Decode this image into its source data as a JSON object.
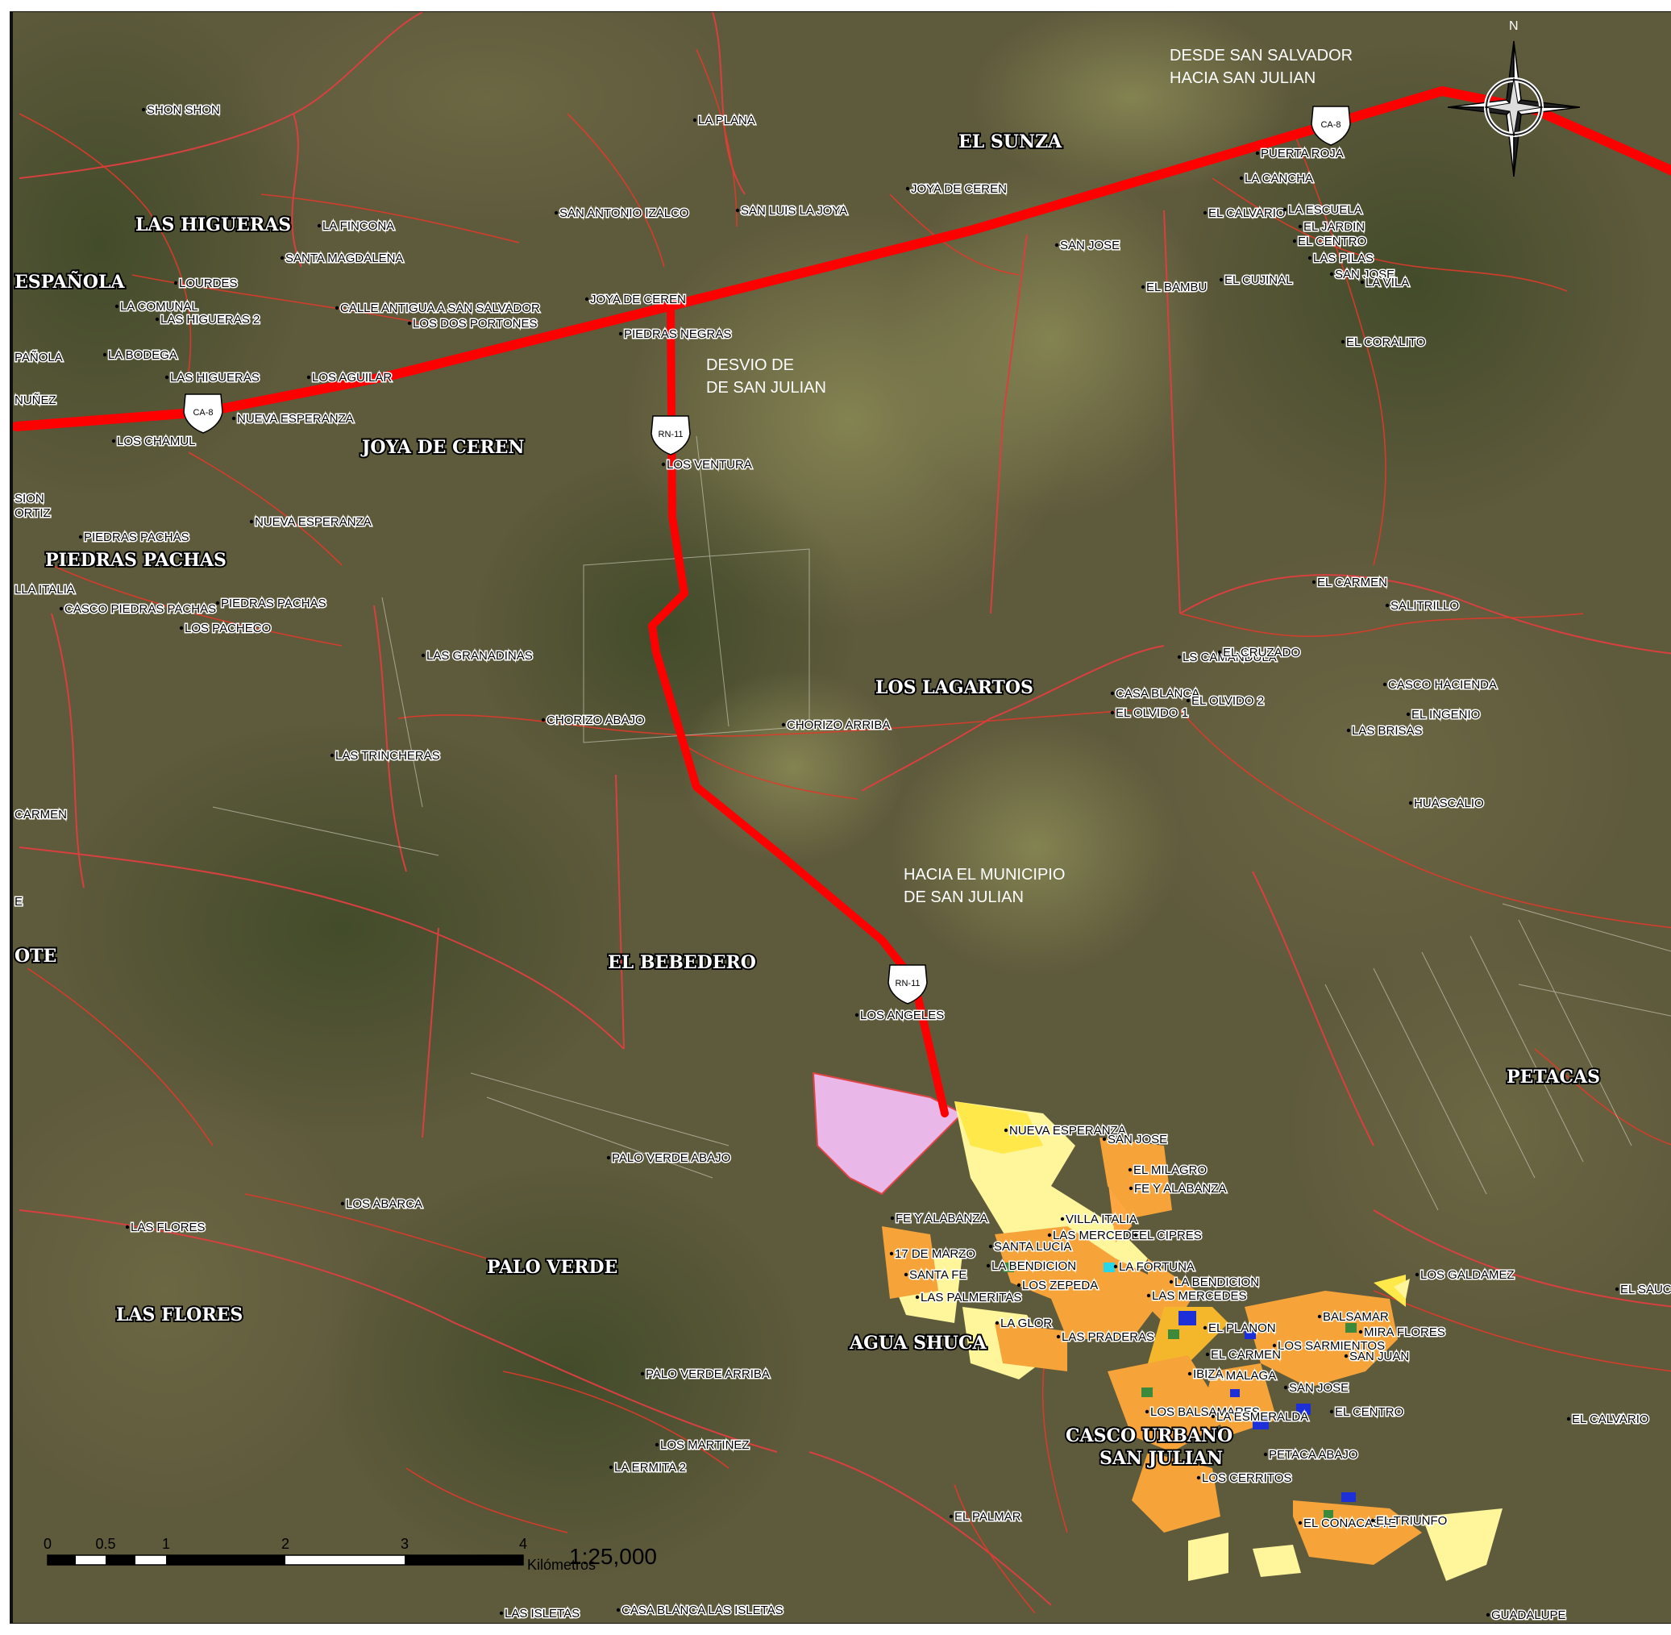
{
  "map": {
    "road_labels": {
      "ca8": "CA-8",
      "rn11": "RN-11"
    },
    "north": "N",
    "directions": [
      {
        "l1": "DESDE SAN SALVADOR",
        "l2": "HACIA SAN JULIAN"
      },
      {
        "l1": "DESVIO DE",
        "l2": "DE SAN JULIAN"
      },
      {
        "l1": "HACIA EL MUNICIPIO",
        "l2": "DE SAN JULIAN"
      }
    ],
    "regions": [
      "EL SUNZA",
      "LAS HIGUERAS",
      "ESPAÑOLA",
      "JOYA DE CEREN",
      "PIEDRAS PACHAS",
      "LOS LAGARTOS",
      "EL BEBEDERO",
      "OTE",
      "PETACAS",
      "PALO VERDE",
      "LAS FLORES",
      "AGUA SHUCA"
    ],
    "casco": {
      "l1": "CASCO URBANO",
      "l2": "SAN JULIAN"
    },
    "places": [
      "SHON SHON",
      "LA PLANA",
      "LA FINCONA",
      "SAN ANTONIO IZALCO",
      "SAN LUIS LA JOYA",
      "JOYA DE CEREN",
      "SANTA MAGDALENA",
      "LOURDES",
      "LA COMUNAL",
      "LAS HIGUERAS 2",
      "CALLE ANTIGUA A SAN SALVADOR",
      "LOS DOS PORTONES",
      "JOYA DE CEREN",
      "PIEDRAS NEGRAS",
      "PAÑOLA",
      "LA BODEGA",
      "LAS HIGUERAS",
      "LOS AGUILAR",
      "NUÑEZ",
      "NUEVA ESPERANZA",
      "LOS CHAMUL",
      "LOS VENTURA",
      "SION",
      "ORTIZ",
      "NUEVA ESPERANZA",
      "PIEDRAS PACHAS",
      "LLA ITALIA",
      "PIEDRAS PACHAS",
      "CASCO PIEDRAS PACHAS",
      "LOS PACHECO",
      "LAS GRANADINAS",
      "CHORIZO ABAJO",
      "CHORIZO ARRIBA",
      "LAS TRINCHERAS",
      "CARMEN",
      "E",
      "LOS ANGELES",
      "PALO VERDE ABAJO",
      "LOS ABARCA",
      "LAS FLORES",
      "PALO VERDE ARRIBA",
      "LOS MARTINEZ",
      "LA ERMITA 2",
      "EL PALMAR",
      "LAS ISLETAS",
      "CASA BLANCA LAS ISLETAS",
      "PUERTA ROJA",
      "LA CANCHA",
      "EL CALVARIO",
      "LA ESCUELA",
      "EL JARDIN",
      "EL CENTRO",
      "LAS PILAS",
      "SAN JOSE",
      "LA VILA",
      "SAN JOSE",
      "EL BAMBU",
      "EL CUJINAL",
      "EL CORALITO",
      "EL CARMEN",
      "SALITRILLO",
      "LS CAMANDULA",
      "EL CRUZADO",
      "CASCO HACIENDA",
      "CASA BLANCA",
      "EL OLVIDO 1",
      "EL OLVIDO 2",
      "EL INGENIO",
      "LAS BRISAS",
      "HUASCALIO",
      "NUEVA ESPERANZA",
      "SAN JOSE",
      "EL MILAGRO",
      "FE Y ALABANZA",
      "FE Y ALABANZA",
      "VILLA ITALIA",
      "LAS MERCEDES",
      "EL CIPRES",
      "17 DE MARZO",
      "SANTA LUCIA",
      "LA BENDICION",
      "LA FORTUNA",
      "SANTA FE",
      "LOS ZEPEDA",
      "LA BENDICION",
      "LAS MERCEDES",
      "LAS PALMERITAS",
      "LOS GALDAMEZ",
      "EL SAUCE",
      "LA GLOR",
      "BALSAMAR",
      "EL PLANON",
      "MIRA FLORES",
      "LAS PRADERAS",
      "LOS SARMIENTOS",
      "EL CARMEN",
      "SAN JUAN",
      "LA MALAGA",
      "IBIZA",
      "SAN JOSE",
      "LOS BALSAMARES",
      "EL CENTRO",
      "LA ESMERALDA",
      "EL CALVARIO",
      "PETACA ABAJO",
      "LOS CERRITOS",
      "EL CONACASTE",
      "EL TRIUNFO",
      "GUADALUPE",
      "EL TRIUNFO"
    ],
    "scale": {
      "ticks": [
        "0",
        "0.5",
        "1",
        "2",
        "3",
        "4"
      ],
      "unit": "Kilómetros",
      "ratio": "1:25,000"
    }
  }
}
